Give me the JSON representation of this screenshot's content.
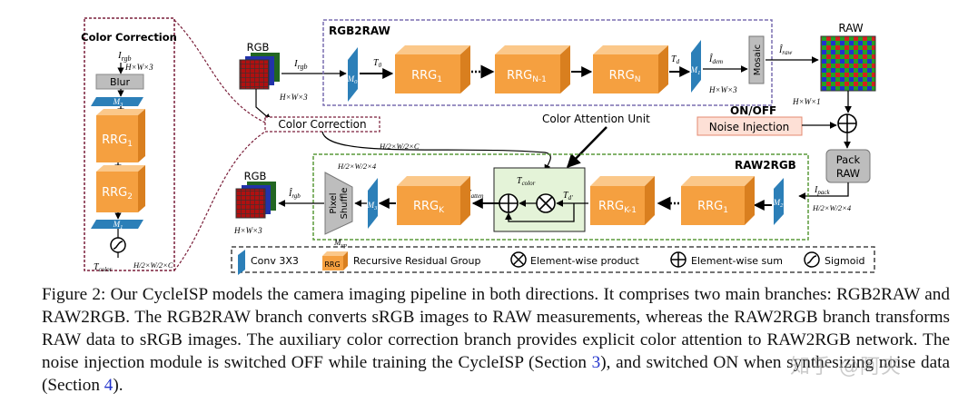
{
  "diagram": {
    "cc_panel_title": "Color Correction",
    "irgb": "I",
    "irgb_sub": "rgb",
    "hw3": "H×W×3",
    "hw1": "H×W×1",
    "hw4": "H/2×W/2×4",
    "hwc": "H/2×W/2×C",
    "blur": "Blur",
    "m3": "M",
    "m3_sub": "3",
    "rrg1": "RRG",
    "rrg1_sub": "1",
    "rrg2_sub": "2",
    "m1_sub": "1",
    "tcolor": "T",
    "tcolor_sub": "color",
    "rgb_label": "RGB",
    "rgb2raw_title": "RGB2RAW",
    "m0_sub": "0",
    "t0": "T",
    "t0_sub": "0",
    "rrgn1_sub": "N-1",
    "rrgn_sub": "N",
    "td": "T",
    "td_sub": "d",
    "idem": "Î",
    "idem_sub": "dem",
    "mosaic": "Mosaic",
    "iraw": "Î",
    "iraw_sub": "raw",
    "raw_label": "RAW",
    "color_correction_box": "Color Correction",
    "cau_label": "Color Attention Unit",
    "onoff": "ON/OFF",
    "noise_injection": "Noise Injection",
    "pack_raw_1": "Pack",
    "pack_raw_2": "RAW",
    "ipack": "I",
    "ipack_sub": "pack",
    "raw2rgb_title": "RAW2RGB",
    "m2_sub": "2",
    "rrgk1_sub": "K-1",
    "rrgk_sub": "K",
    "tdp": "T",
    "tdp_sub": "d'",
    "tatten": "T",
    "tatten_sub": "atten",
    "pixel_shuffle_1": "Pixel",
    "pixel_shuffle_2": "Shuffle",
    "mup": "M",
    "mup_sub": "up",
    "irgb_hat": "Î",
    "irgb_hat_sub": "rgb",
    "rgb_out_label": "RGB",
    "legend": {
      "conv": "Conv 3X3",
      "rrg_icon": "RRG",
      "rrg": "Recursive Residual Group",
      "product": "Element-wise product",
      "sum": "Element-wise sum",
      "sigmoid": "Sigmoid"
    }
  },
  "caption": {
    "p1": "Figure 2: Our CycleISP models the camera imaging pipeline in both directions. It comprises two main branches: RGB2RAW and RAW2RGB. The RGB2RAW branch converts sRGB images to RAW measurements, whereas the RAW2RGB branch transforms RAW data to sRGB images. The auxiliary color correction branch provides explicit color attention to RAW2RGB network. The noise injection module is switched OFF while training the CycleISP (Section ",
    "ref1": "3",
    "p2": "), and switched ON when synthesizing noise data (Section ",
    "ref2": "4",
    "p3": ")."
  },
  "watermark": "知乎 @阿夹",
  "colors": {
    "orange_front": "#f5a040",
    "orange_top": "#fbc88a",
    "orange_side": "#d97f1f",
    "conv_blue": "#2c7fb8",
    "purple_border": "#7a6fb0",
    "green_border": "#5a9a3a",
    "green_fill": "#e4f3d8",
    "maroon_border": "#7a1f3a",
    "noise_fill": "#fde0d6",
    "noise_border": "#e48a70",
    "gray_fill": "#bdbdbd"
  }
}
